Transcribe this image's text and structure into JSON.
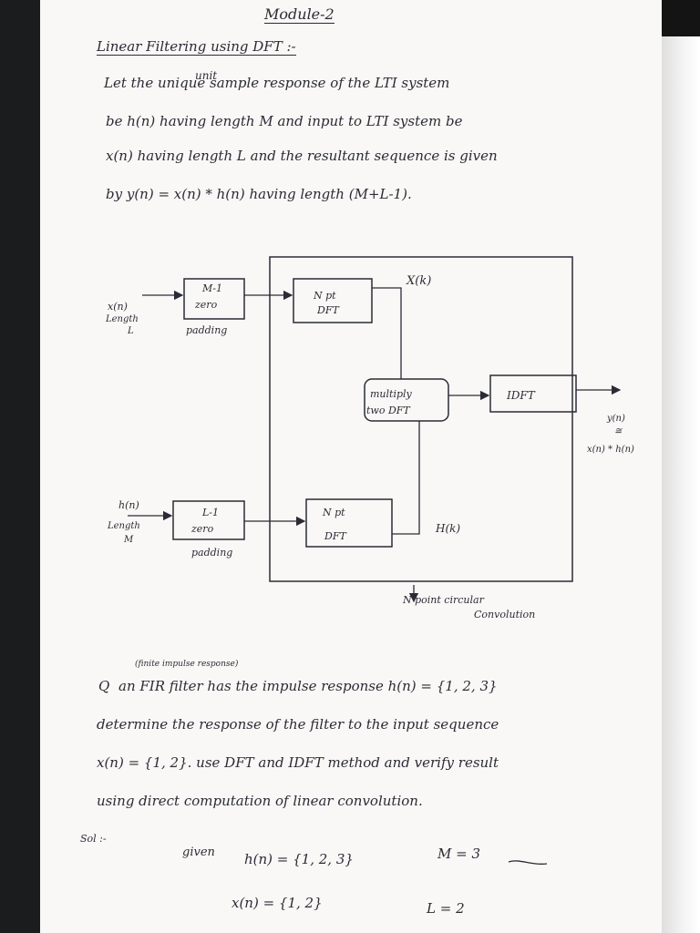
{
  "header": {
    "title": "Module-2",
    "heading": "Linear Filtering using DFT :-"
  },
  "intro": {
    "correction_word": "unit",
    "lines": [
      "Let the unique sample response of the LTI system",
      "be h(n) having length M and input to LTI system be",
      "x(n) having length L and the resultant sequence is given",
      "by y(n) = x(n) * h(n) having length (M+L-1)."
    ]
  },
  "diagram": {
    "input_x": "x(n)",
    "input_x_len1": "Length",
    "input_x_len2": "L",
    "zero_pad_top_1": "M-1",
    "zero_pad_top_2": "zero",
    "padding_top": "padding",
    "npt_dft_top_1": "N pt",
    "npt_dft_top_2": "DFT",
    "X_label": "X(k)",
    "multiply_1": "multiply",
    "multiply_2": "two DFT",
    "idft": "IDFT",
    "out_y": "y(n)",
    "out_eq": "≅",
    "out_conv": "x(n) * h(n)",
    "input_h": "h(n)",
    "input_h_len1": "Length",
    "input_h_len2": "M",
    "zero_pad_bot_1": "L-1",
    "zero_pad_bot_2": "zero",
    "padding_bot": "padding",
    "npt_dft_bot_1": "N pt",
    "npt_dft_bot_2": "DFT",
    "H_label": "H(k)",
    "circ_1": "N point circular",
    "circ_2": "Convolution"
  },
  "question": {
    "annotation": "(finite impulse response)",
    "q_mark": "Q",
    "lines": [
      "an FIR filter has the impulse response h(n) = {1, 2, 3}",
      "determine the response of the filter to the input sequence",
      "x(n) = {1, 2}. use DFT and IDFT method and verify result",
      "using direct computation of linear convolution."
    ]
  },
  "solution": {
    "sol_label": "Sol :-",
    "given": "given",
    "h_seq": "h(n) = {1, 2, 3}",
    "M_val": "M = 3",
    "x_seq": "x(n) = {1, 2}",
    "L_val": "L = 2"
  }
}
